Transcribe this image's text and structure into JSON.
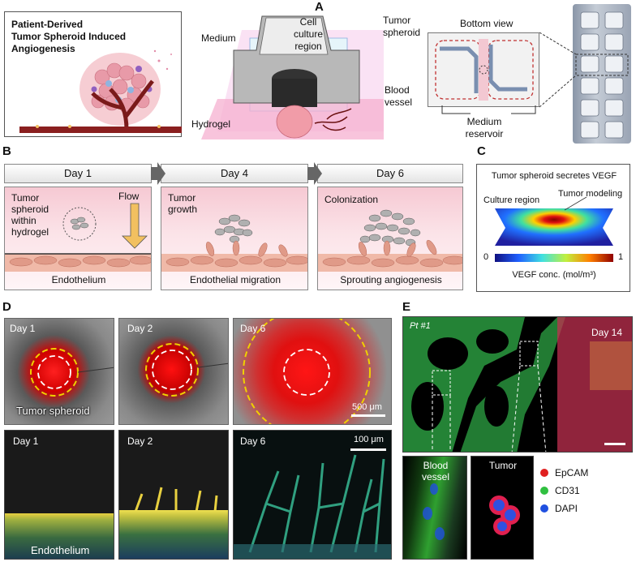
{
  "panels": {
    "A": "A",
    "B": "B",
    "C": "C",
    "D": "D",
    "E": "E"
  },
  "panelA": {
    "title_lines": [
      "Patient-Derived",
      "Tumor Spheroid Induced",
      "Angiogenesis"
    ],
    "medium": "Medium",
    "cell_culture": [
      "Cell",
      "culture",
      "region"
    ],
    "tumor_spheroid": [
      "Tumor",
      "spheroid"
    ],
    "blood_vessel": [
      "Blood",
      "vessel"
    ],
    "hydrogel": "Hydrogel",
    "bottom_view": "Bottom view",
    "medium_reservoir": [
      "Medium",
      "reservoir"
    ]
  },
  "panelB": {
    "days": [
      "Day 1",
      "Day 4",
      "Day 6"
    ],
    "tumor_spheroid_within": [
      "Tumor",
      "spheroid",
      "within",
      "hydrogel"
    ],
    "flow": "Flow",
    "endothelium": "Endothelium",
    "tumor_growth": [
      "Tumor",
      "growth"
    ],
    "endothelial_migration": "Endothelial migration",
    "colonization": "Colonization",
    "sprouting": "Sprouting angiogenesis"
  },
  "panelC": {
    "title": "Tumor spheroid secretes VEGF",
    "culture_region": "Culture region",
    "tumor_modeling": "Tumor modeling",
    "scale_min": "0",
    "scale_max": "1",
    "conc_label": "VEGF conc. (mol/m³)"
  },
  "panelD": {
    "top_days": [
      "Day 1",
      "Day 2",
      "Day 6"
    ],
    "tumor_spheroid": "Tumor spheroid",
    "scale_top": "500 μm",
    "bottom_days": [
      "Day 1",
      "Day 2",
      "Day 6"
    ],
    "scale_bottom": "100 μm",
    "endothelium": "Endothelium"
  },
  "panelE": {
    "patient": "Pt #1",
    "day": "Day 14",
    "inset_vessel": [
      "Blood",
      "vessel"
    ],
    "inset_tumor": "Tumor",
    "legend": [
      {
        "label": "EpCAM",
        "color": "#e02020"
      },
      {
        "label": "CD31",
        "color": "#30c040"
      },
      {
        "label": "DAPI",
        "color": "#2050e0"
      }
    ]
  }
}
